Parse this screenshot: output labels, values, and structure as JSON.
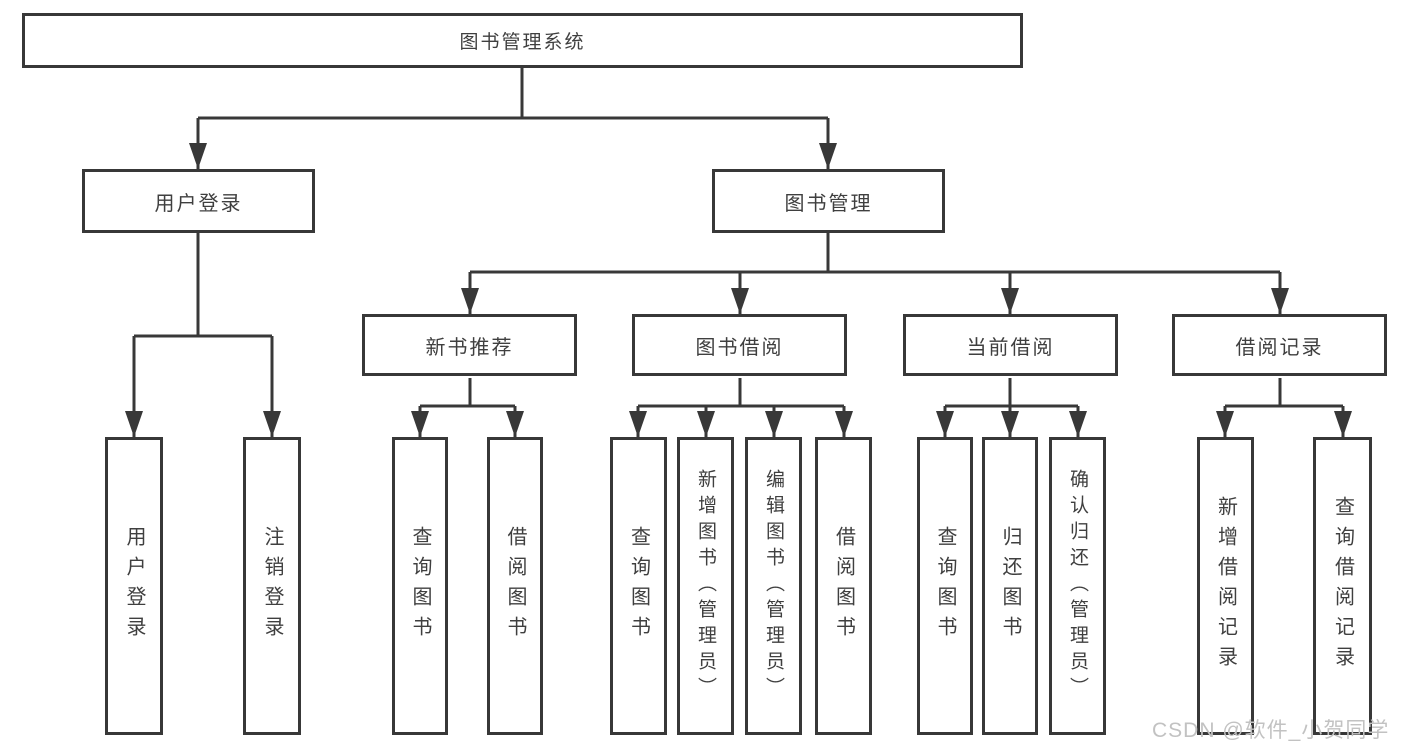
{
  "colors": {
    "background": "#ffffff",
    "line": "#383838",
    "box_border": "#383838",
    "text": "#3f3f3f",
    "watermark_text": "#c2c2c2"
  },
  "watermark": {
    "text": "CSDN @软件_小贺同学"
  },
  "nodes": {
    "root": {
      "label": "图书管理系统"
    },
    "user_login": {
      "label": "用户登录",
      "children": [
        {
          "label": "用户登录"
        },
        {
          "label": "注销登录"
        }
      ]
    },
    "book_management": {
      "label": "图书管理",
      "children": [
        {
          "label": "新书推荐",
          "children": [
            {
              "label": "查询图书"
            },
            {
              "label": "借阅图书"
            }
          ]
        },
        {
          "label": "图书借阅",
          "children": [
            {
              "label": "查询图书"
            },
            {
              "label": "新增图书（管理员）"
            },
            {
              "label": "编辑图书（管理员）"
            },
            {
              "label": "借阅图书"
            }
          ]
        },
        {
          "label": "当前借阅",
          "children": [
            {
              "label": "查询图书"
            },
            {
              "label": "归还图书"
            },
            {
              "label": "确认归还（管理员）"
            }
          ]
        },
        {
          "label": "借阅记录",
          "children": [
            {
              "label": "新增借阅记录"
            },
            {
              "label": "查询借阅记录"
            }
          ]
        }
      ]
    }
  }
}
